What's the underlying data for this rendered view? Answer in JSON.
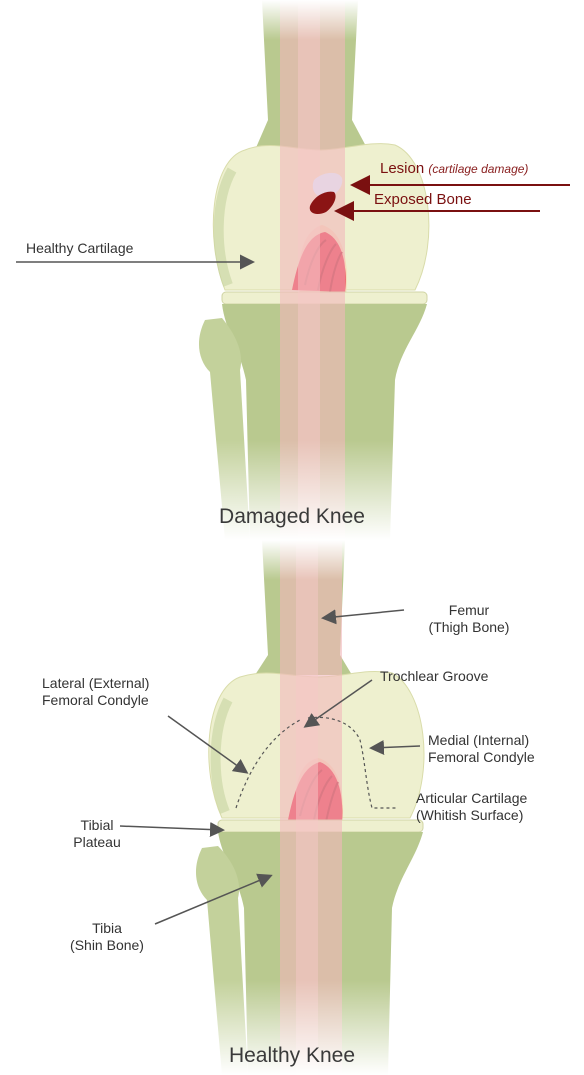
{
  "damaged": {
    "caption": "Damaged Knee",
    "labels": {
      "lesion": "Lesion",
      "lesion_note": "(cartilage damage)",
      "exposed_bone": "Exposed Bone",
      "healthy_cartilage": "Healthy Cartilage"
    }
  },
  "healthy": {
    "caption": "Healthy Knee",
    "labels": {
      "femur_1": "Femur",
      "femur_2": "(Thigh Bone)",
      "trochlear": "Trochlear Groove",
      "lateral_1": "Lateral (External)",
      "lateral_2": "Femoral Condyle",
      "medial_1": "Medial (Internal)",
      "medial_2": "Femoral Condyle",
      "tibial_1": "Tibial",
      "tibial_2": "Plateau",
      "articular_1": "Articular Cartilage",
      "articular_2": "(Whitish Surface)",
      "tibia_1": "Tibia",
      "tibia_2": "(Shin Bone)"
    }
  },
  "colors": {
    "bone_green": "#b9c98f",
    "cartilage": "#eef0cf",
    "muscle_red": "#e8304a",
    "ligament_pink": "#f2b8bb",
    "lesion_dark": "#8b1414",
    "arrow_gray": "#555555"
  }
}
